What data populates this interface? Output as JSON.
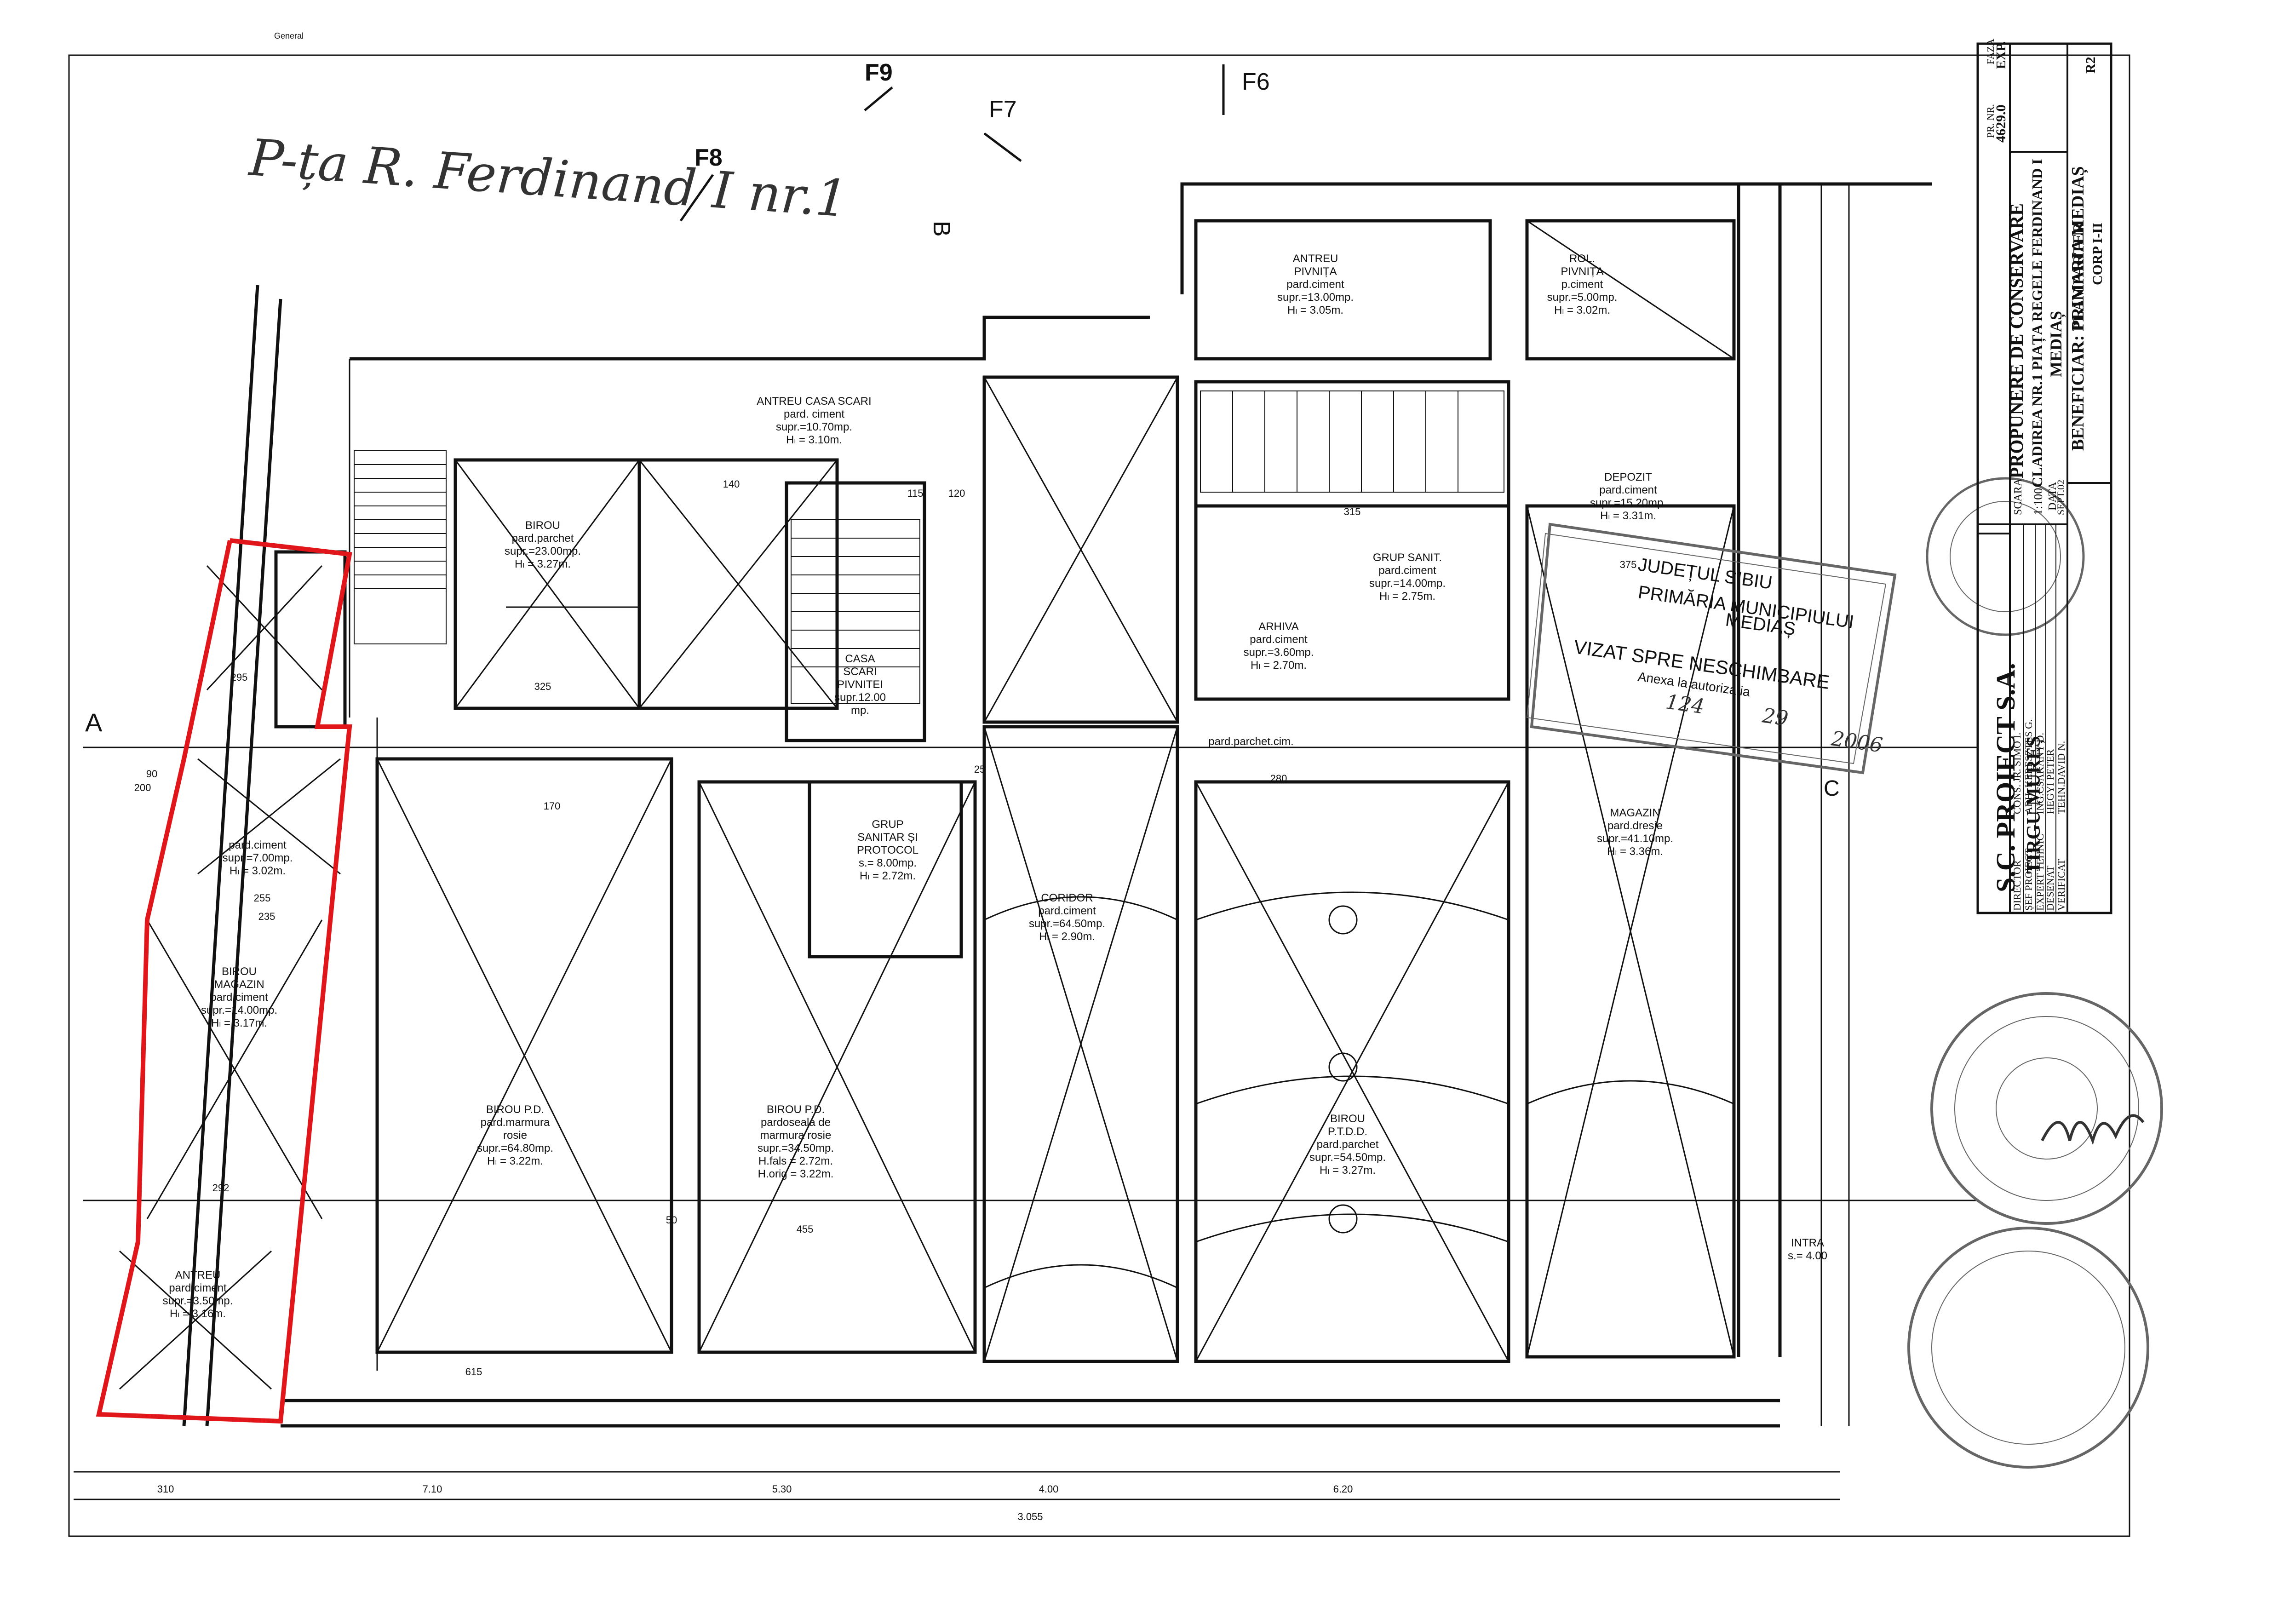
{
  "header_small": "General",
  "handwritten_address": "P-ța R. Ferdinand I nr.1",
  "section_markers": {
    "f6": "F6",
    "f7": "F7",
    "f8": "F8",
    "f9": "F9",
    "a": "A",
    "b": "B",
    "c": "C"
  },
  "rooms": [
    {
      "id": "antreu-pivnita",
      "lines": [
        "ANTREU",
        "PIVNIȚA",
        "pard.ciment",
        "supr.=13.00mp.",
        "Hₗ = 3.05m."
      ]
    },
    {
      "id": "rol-pivnita",
      "lines": [
        "ROL.",
        "PIVNIȚA",
        "p.ciment",
        "supr.=5.00mp.",
        "Hₗ = 3.02m."
      ]
    },
    {
      "id": "antreu-casa-scari",
      "lines": [
        "ANTREU CASA SCARI",
        "pard. ciment",
        "supr.=10.70mp.",
        "Hₗ = 3.10m."
      ]
    },
    {
      "id": "birou-1",
      "lines": [
        "BIROU",
        "pard.parchet",
        "supr.=23.00mp.",
        "Hₗ = 3.27m."
      ]
    },
    {
      "id": "casa-scari-pivnitei",
      "lines": [
        "CASA",
        "SCARI",
        "PIVNITEI",
        "supr.12.00",
        "mp."
      ]
    },
    {
      "id": "depozit",
      "lines": [
        "DEPOZIT",
        "pard.ciment",
        "supr.=15.20mp.",
        "Hₗ = 3.31m."
      ]
    },
    {
      "id": "grup-sanit",
      "lines": [
        "GRUP SANIT.",
        "pard.ciment",
        "supr.=14.00mp.",
        "Hₗ = 2.75m."
      ]
    },
    {
      "id": "arhiva",
      "lines": [
        "ARHIVA",
        "pard.ciment",
        "supr.=3.60mp.",
        "Hₗ = 2.70m."
      ]
    },
    {
      "id": "pard-parchet-cim",
      "lines": [
        "pard.parchet.cim."
      ]
    },
    {
      "id": "magazin-right",
      "lines": [
        "MAGAZIN",
        "pard.dresie",
        "supr.=41.10mp.",
        "Hₗ = 3.36m."
      ]
    },
    {
      "id": "antreu-left-top",
      "lines": [
        "pard.ciment",
        "supr.=7.00mp.",
        "Hₗ = 3.02m."
      ]
    },
    {
      "id": "grup-sanitar-protocol",
      "lines": [
        "GRUP",
        "SANITAR ȘI",
        "PROTOCOL",
        "s.= 8.00mp.",
        "Hₗ = 2.72m."
      ]
    },
    {
      "id": "coridor",
      "lines": [
        "CORIDOR",
        "pard.ciment",
        "supr.=64.50mp.",
        "Hₗ = 2.90m."
      ]
    },
    {
      "id": "birou-magazin",
      "lines": [
        "BIROU",
        "MAGAZIN",
        "pard.ciment",
        "supr.=14.00mp.",
        "Hₗ = 3.17m."
      ]
    },
    {
      "id": "birou-pd-1",
      "lines": [
        "BIROU P.D.",
        "pard.marmura",
        "rosie",
        "supr.=64.80mp.",
        "Hₗ = 3.22m."
      ]
    },
    {
      "id": "birou-pd-2",
      "lines": [
        "BIROU P.D.",
        "pardoseala de",
        "marmura rosie",
        "supr.=34.50mp.",
        "H.fals = 2.72m.",
        "H.orig = 3.22m."
      ]
    },
    {
      "id": "birou-ptdd",
      "lines": [
        "BIROU",
        "P.T.D.D.",
        "pard.parchet",
        "supr.=54.50mp.",
        "Hₗ = 3.27m."
      ]
    },
    {
      "id": "antreu-bottom",
      "lines": [
        "ANTREU",
        "pard.ciment",
        "supr.=3.50mp.",
        "Hₗ = 3.16m."
      ]
    },
    {
      "id": "intrare",
      "lines": [
        "INTRA",
        "s.= 4.00"
      ]
    }
  ],
  "dimension_labels": [
    "90",
    "200",
    "310",
    "7.10",
    "5.30",
    "4.00",
    "6.20",
    "3.055",
    "255",
    "295",
    "292",
    "235",
    "120",
    "140",
    "115",
    "50",
    "455",
    "615",
    "325",
    "280",
    "315",
    "375",
    "170",
    "25"
  ],
  "title_block": {
    "company": "S.C. PROIECT S.A.",
    "city": "TIRGU MUREȘ",
    "project_title": "PROPUNERE DE CONSERVARE",
    "building": "CLADIREA NR.1 PIAȚA REGELE FERDINAND I",
    "location": "MEDIAȘ",
    "pr_nr_label": "PR. NR.",
    "pr_nr_value": "4629.0",
    "faza_label": "FAZA",
    "faza_value": "EXP.",
    "beneficiar": "BENEFICIAR:  PRIMARIA MEDIAȘ",
    "plan_title": "PLAN PARTER",
    "plan_sub": "CORP I-II",
    "sheet": "R2",
    "scara_label": "SCARA",
    "scara_value": "1:100",
    "data_label": "DATA",
    "data_value": "SEPT.02",
    "roles": [
      {
        "role": "DIRECTOR",
        "name": "CONS. JR. SIMO I."
      },
      {
        "role": "ȘEF PROIECT",
        "name": "ARH. KERESZTES G."
      },
      {
        "role": "EXPERT TEHNIC",
        "name": "ING.CSAKANY D."
      },
      {
        "role": "DESENAT",
        "name": "HEGYI PETER"
      },
      {
        "role": "VERIFICAT",
        "name": "TEHN.DAVID N."
      }
    ]
  },
  "stamp_text": {
    "line1": "JUDEȚUL SIBIU",
    "line2": "PRIMĂRIA MUNICIPIULUI",
    "line3": "MEDIAȘ",
    "line4": "VIZAT SPRE NESCHIMBARE",
    "line5": "Anexa la autorizația",
    "nr": "124",
    "day": "29",
    "year": "2006"
  },
  "colors": {
    "ink": "#111111",
    "highlight": "#e0161b",
    "stamp": "#666666"
  }
}
